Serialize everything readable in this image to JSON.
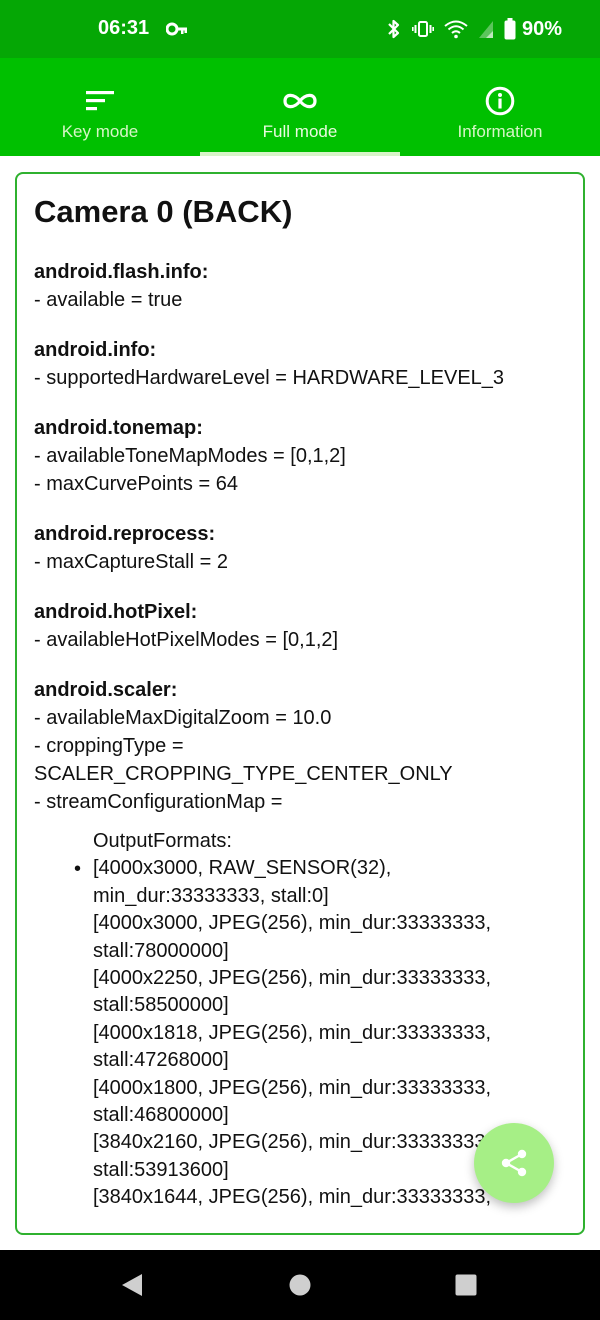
{
  "status_bar": {
    "time": "06:31",
    "battery": "90%",
    "icons": [
      "key-icon",
      "bluetooth-icon",
      "vibrate-icon",
      "wifi-icon",
      "signal-icon",
      "battery-icon"
    ]
  },
  "tabs": [
    {
      "label": "Key mode",
      "icon": "list-icon",
      "active": false
    },
    {
      "label": "Full mode",
      "icon": "infinity-icon",
      "active": true
    },
    {
      "label": "Information",
      "icon": "info-icon",
      "active": false
    }
  ],
  "colors": {
    "status_bar": "#05a705",
    "tab_bar": "#00c000",
    "card_border": "#2fb12f",
    "fab": "#a6ef86"
  },
  "camera": {
    "title": "Camera 0 (BACK)",
    "sections": [
      {
        "title": "android.flash.info:",
        "lines": [
          "- available = true"
        ]
      },
      {
        "title": "android.info:",
        "lines": [
          "- supportedHardwareLevel = HARDWARE_LEVEL_3"
        ]
      },
      {
        "title": "android.tonemap:",
        "lines": [
          "- availableToneMapModes = [0,1,2]",
          "- maxCurvePoints = 64"
        ]
      },
      {
        "title": "android.reprocess:",
        "lines": [
          "- maxCaptureStall = 2"
        ]
      },
      {
        "title": "android.hotPixel:",
        "lines": [
          "- availableHotPixelModes = [0,1,2]"
        ]
      },
      {
        "title": "android.scaler:",
        "lines": [
          "- availableMaxDigitalZoom = 10.0",
          "- croppingType =",
          "SCALER_CROPPING_TYPE_CENTER_ONLY",
          "- streamConfigurationMap ="
        ]
      }
    ],
    "output_formats": {
      "bullet": "•",
      "lines": [
        "OutputFormats:",
        "[4000x3000, RAW_SENSOR(32),",
        "min_dur:33333333, stall:0]",
        "[4000x3000, JPEG(256), min_dur:33333333,",
        "stall:78000000]",
        "[4000x2250, JPEG(256), min_dur:33333333,",
        "stall:58500000]",
        "[4000x1818, JPEG(256), min_dur:33333333,",
        "stall:47268000]",
        "[4000x1800, JPEG(256), min_dur:33333333,",
        "stall:46800000]",
        "[3840x2160, JPEG(256), min_dur:33333333,",
        "stall:53913600]",
        "[3840x1644, JPEG(256), min_dur:33333333,"
      ]
    }
  },
  "fab": {
    "icon": "share-icon"
  },
  "nav": {
    "buttons": [
      "back-icon",
      "home-icon",
      "recents-icon"
    ]
  }
}
